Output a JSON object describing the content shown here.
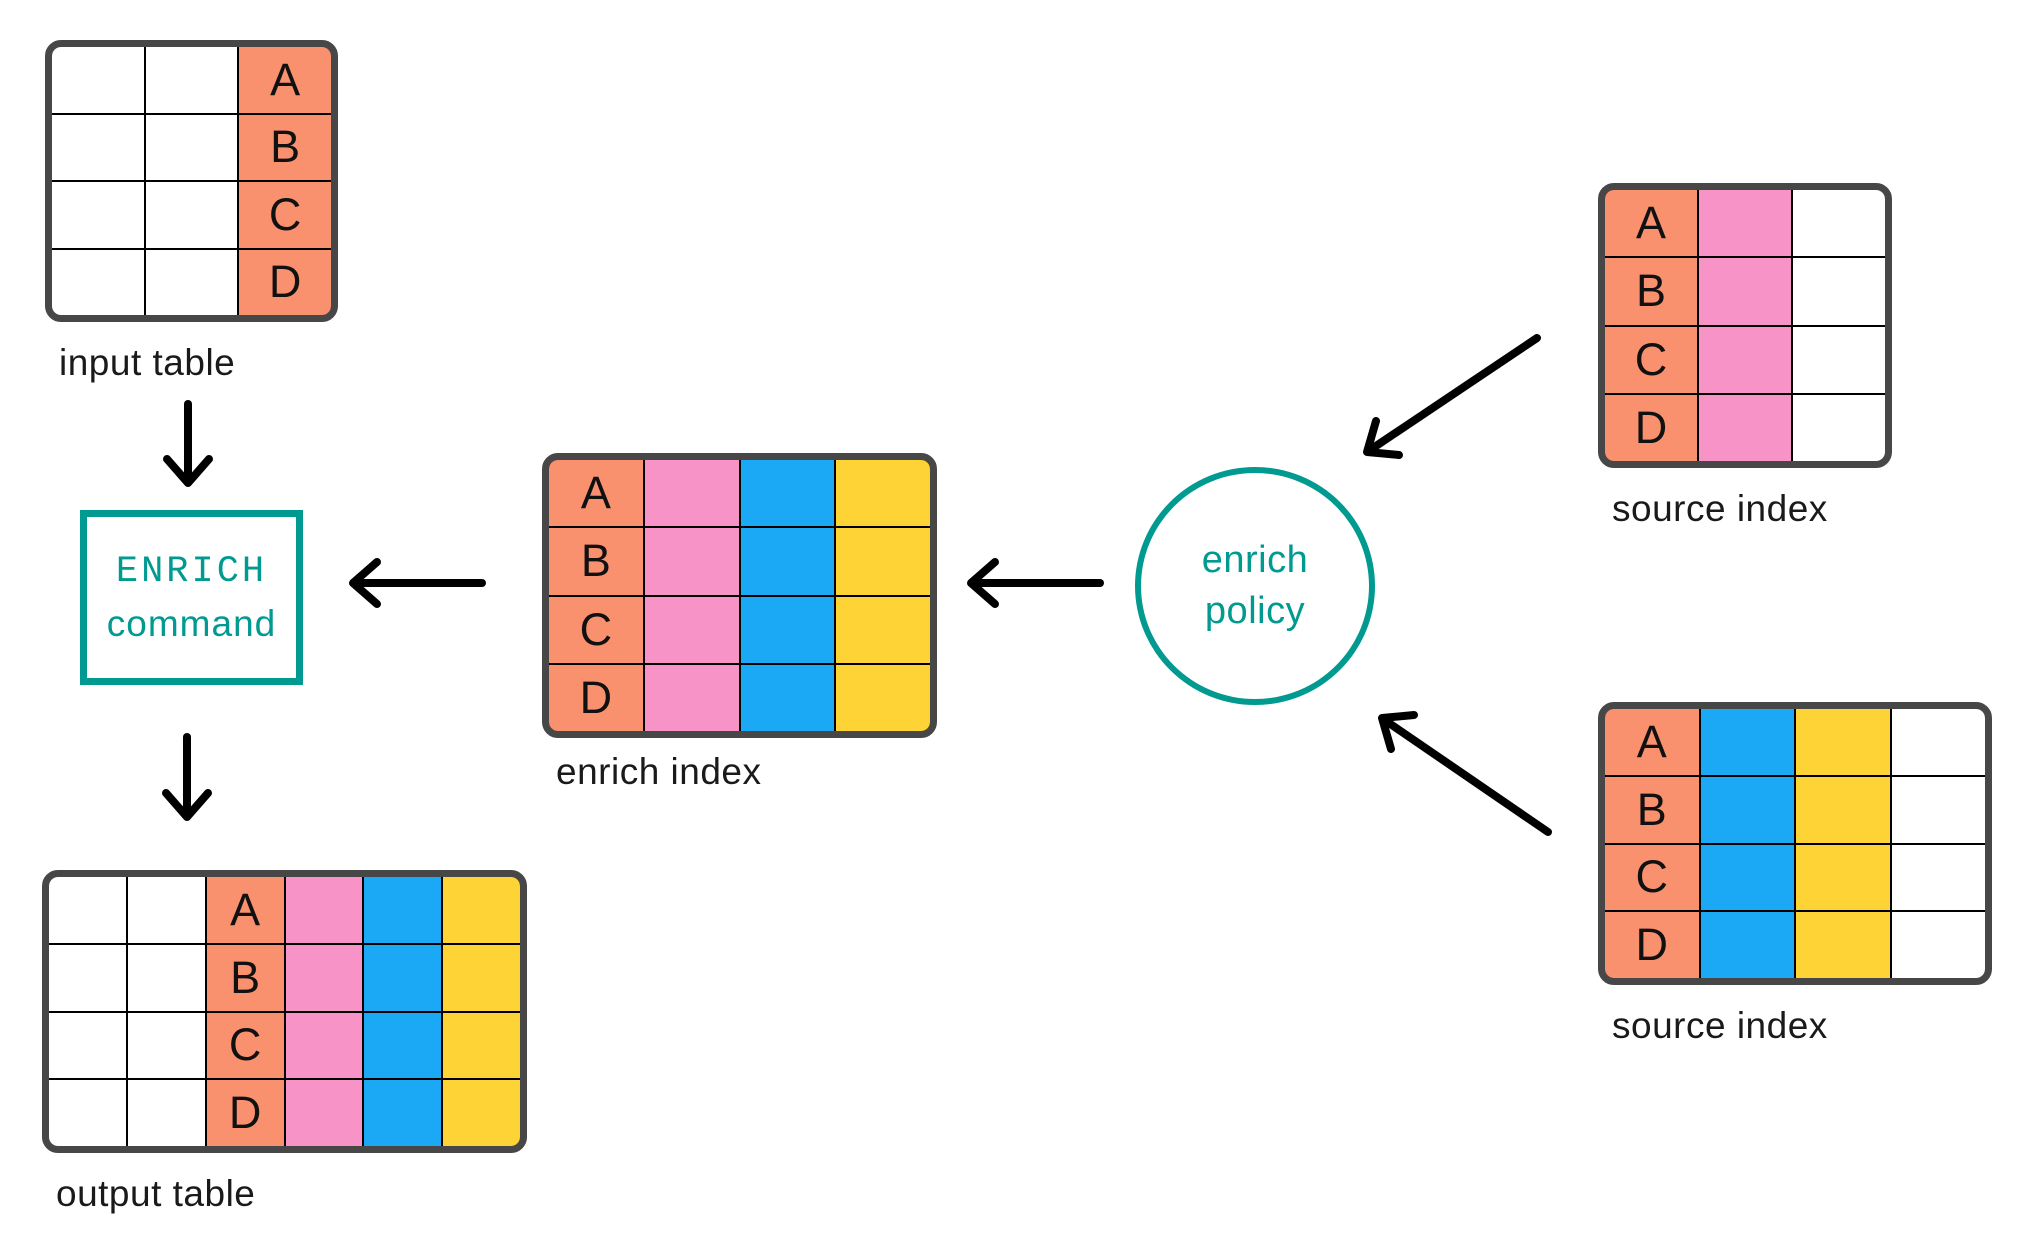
{
  "colors": {
    "white": "#ffffff",
    "salmon": "#f9916f",
    "pink": "#f893c8",
    "blue": "#1ba9f5",
    "yellow": "#fdd335",
    "teal": "#009a90",
    "outline": "#474747",
    "grid_line": "#000000",
    "arrow": "#000000",
    "text": "#1a1a1a"
  },
  "nodes": {
    "enrich_command": {
      "line1": "ENRICH",
      "line2": "command"
    },
    "enrich_policy": {
      "line1": "enrich",
      "line2": "policy"
    }
  },
  "tables": [
    {
      "id": "input-table",
      "label": "input table",
      "row_letters": [
        "A",
        "B",
        "C",
        "D"
      ],
      "columns": [
        "white",
        "white",
        "salmon"
      ],
      "letter_col": 2
    },
    {
      "id": "enrich-index",
      "label": "enrich index",
      "row_letters": [
        "A",
        "B",
        "C",
        "D"
      ],
      "columns": [
        "salmon",
        "pink",
        "blue",
        "yellow"
      ],
      "letter_col": 0
    },
    {
      "id": "source-index-top",
      "label": "source index",
      "row_letters": [
        "A",
        "B",
        "C",
        "D"
      ],
      "columns": [
        "salmon",
        "pink",
        "white"
      ],
      "letter_col": 0
    },
    {
      "id": "source-index-bottom",
      "label": "source index",
      "row_letters": [
        "A",
        "B",
        "C",
        "D"
      ],
      "columns": [
        "salmon",
        "blue",
        "yellow",
        "white"
      ],
      "letter_col": 0
    },
    {
      "id": "output-table",
      "label": "output table",
      "row_letters": [
        "A",
        "B",
        "C",
        "D"
      ],
      "columns": [
        "white",
        "white",
        "salmon",
        "pink",
        "blue",
        "yellow"
      ],
      "letter_col": 2
    }
  ]
}
